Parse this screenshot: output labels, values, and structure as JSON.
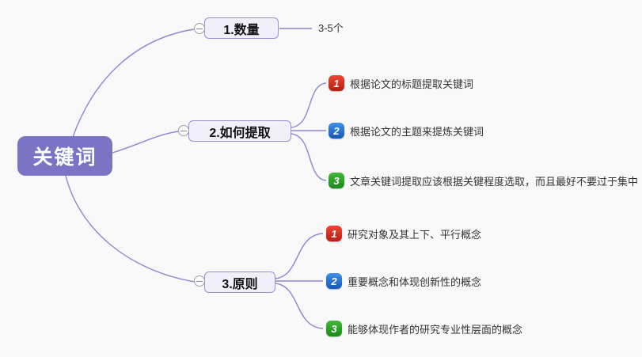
{
  "colors": {
    "background": "#f9f9f9",
    "root_fill": "#7b74c5",
    "root_text": "#ffffff",
    "branch_fill": "#f1effa",
    "branch_border": "#9a90d4",
    "connector_line": "#8f85cc",
    "badge_red": "#d6281a",
    "badge_blue": "#1e6fd0",
    "badge_green": "#23a127",
    "leaf_text": "#333333"
  },
  "icons": {
    "collapse": "minus-circle-icon",
    "priority_badges": [
      "priority-1-icon",
      "priority-2-icon",
      "priority-3-icon"
    ]
  },
  "mindmap": {
    "root": {
      "label": "关键词"
    },
    "branches": [
      {
        "label": "1.数量",
        "children": [
          {
            "badge": "",
            "label": "3-5个"
          }
        ]
      },
      {
        "label": "2.如何提取",
        "children": [
          {
            "badge": "1",
            "badge_color": "red",
            "label": "根据论文的标题提取关键词"
          },
          {
            "badge": "2",
            "badge_color": "blue",
            "label": "根据论文的主题来提炼关键词"
          },
          {
            "badge": "3",
            "badge_color": "green",
            "label": "文章关键词提取应该根据关键程度选取，而且最好不要过于集中"
          }
        ]
      },
      {
        "label": "3.原则",
        "children": [
          {
            "badge": "1",
            "badge_color": "red",
            "label": "研究对象及其上下、平行概念"
          },
          {
            "badge": "2",
            "badge_color": "blue",
            "label": "重要概念和体现创新性的概念"
          },
          {
            "badge": "3",
            "badge_color": "green",
            "label": "能够体现作者的研究专业性层面的概念"
          }
        ]
      }
    ]
  }
}
